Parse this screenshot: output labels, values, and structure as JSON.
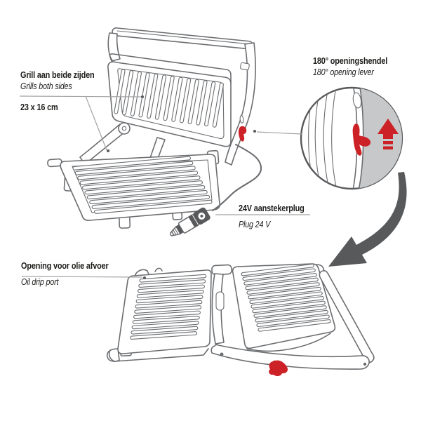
{
  "colors": {
    "background": "#ffffff",
    "text": "#1d1d1b",
    "line": "#6b6d70",
    "leader": "#a3a3a3",
    "dark": "#58595b",
    "red": "#cc2127",
    "gray_fill": "#c6c8ca"
  },
  "annotations": {
    "grill_sides": {
      "title": "Grill aan beide zijden",
      "subtitle": "Grills both sides"
    },
    "size": {
      "label": "23 x 16 cm"
    },
    "opening_lever": {
      "title": "180° openingshendel",
      "subtitle": "180° opening lever"
    },
    "power_plug": {
      "title": "24V aanstekerplug",
      "subtitle": "Plug 24 V"
    },
    "oil_drip": {
      "title": "Opening voor olie afvoer",
      "subtitle": "Oil drip port"
    }
  },
  "icons": {
    "detail_circle": "magnifier-detail-circle",
    "up_arrow": "red-up-arrow",
    "flip_arrow": "curved-flip-arrow",
    "lever": "red-opening-lever",
    "plug": "car-lighter-plug"
  }
}
